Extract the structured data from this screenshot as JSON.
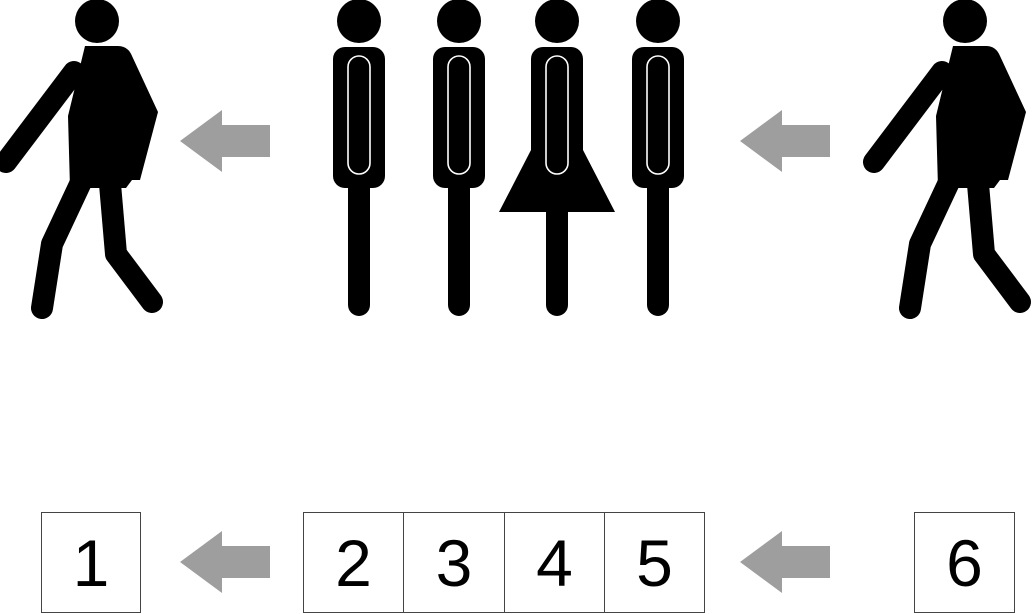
{
  "colors": {
    "figure": "#000000",
    "arrow": "#9e9e9e",
    "box_border": "#444444",
    "figure_outline": "#ffffff"
  },
  "figures": [
    {
      "name": "walking-person-left-icon",
      "pose": "walking",
      "group": "left"
    },
    {
      "name": "standing-person-icon",
      "pose": "standing",
      "group": "queue"
    },
    {
      "name": "standing-person-icon",
      "pose": "standing",
      "group": "queue"
    },
    {
      "name": "standing-woman-icon",
      "pose": "standing-dress",
      "group": "queue"
    },
    {
      "name": "standing-person-icon",
      "pose": "standing",
      "group": "queue"
    },
    {
      "name": "walking-person-right-icon",
      "pose": "walking",
      "group": "right"
    }
  ],
  "arrows": [
    {
      "name": "arrow-left-icon",
      "direction": "left"
    },
    {
      "name": "arrow-left-icon",
      "direction": "left"
    },
    {
      "name": "arrow-left-icon",
      "direction": "left"
    },
    {
      "name": "arrow-left-icon",
      "direction": "left"
    }
  ],
  "boxes": {
    "b1": "1",
    "b2": "2",
    "b3": "3",
    "b4": "4",
    "b5": "5",
    "b6": "6"
  }
}
